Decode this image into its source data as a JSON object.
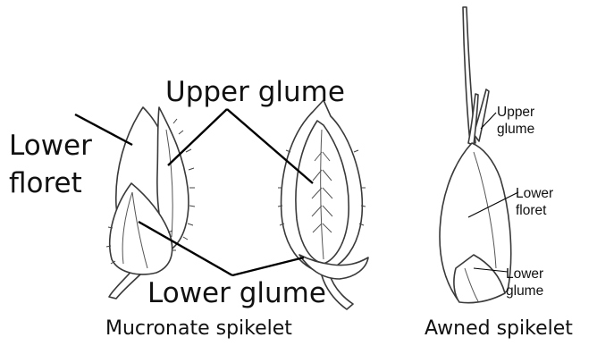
{
  "diagram": {
    "labels": {
      "lower_floret_left_line1": "Lower",
      "lower_floret_left_line2": "floret",
      "upper_glume_left": "Upper glume",
      "lower_glume_left": "Lower glume",
      "upper_glume_right_line1": "Upper",
      "upper_glume_right_line2": "glume",
      "lower_floret_right_line1": "Lower",
      "lower_floret_right_line2": "floret",
      "lower_glume_right_line1": "Lower",
      "lower_glume_right_line2": "glume"
    },
    "captions": {
      "mucronate": "Mucronate spikelet",
      "awned": "Awned spikelet"
    }
  }
}
